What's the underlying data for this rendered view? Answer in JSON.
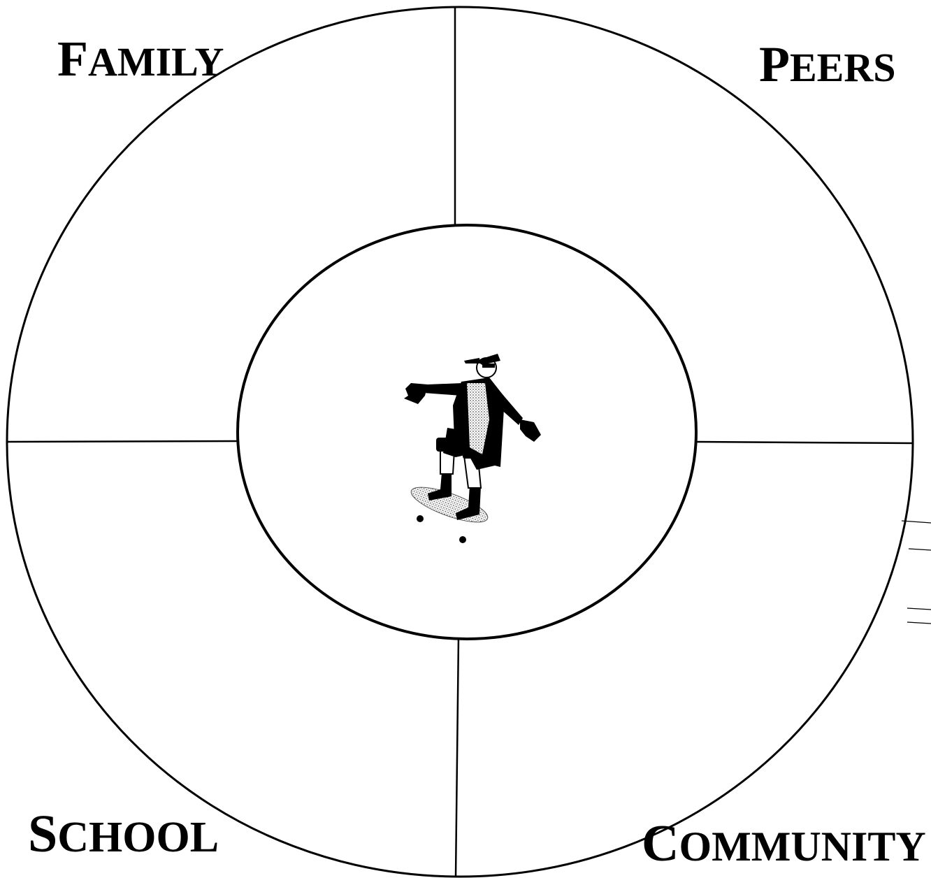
{
  "diagram": {
    "labels": {
      "family": "Family",
      "peers": "Peers",
      "school": "School",
      "community": "Community"
    },
    "center_figure": "skateboarder",
    "line_color": "#000000",
    "background_color": "#ffffff"
  }
}
